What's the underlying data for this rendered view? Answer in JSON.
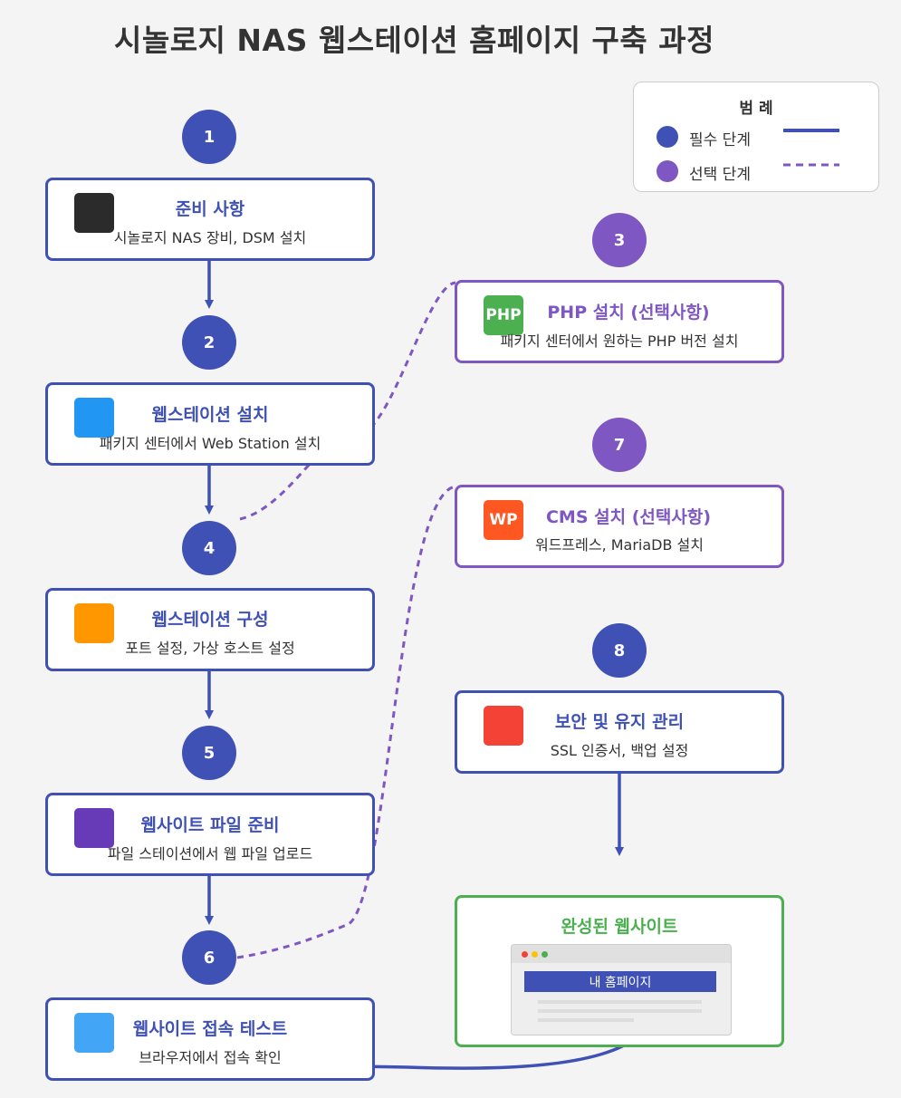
{
  "title": "시놀로지 NAS 웹스테이션 홈페이지 구축 과정",
  "legend": {
    "title": "범 례",
    "required_label": "필수 단계",
    "optional_label": "선택 단계"
  },
  "steps": [
    {
      "num": "1",
      "title": "준비 사항",
      "desc": "시놀로지 NAS 장비, DSM 설치"
    },
    {
      "num": "2",
      "title": "웹스테이션 설치",
      "desc": "패키지 센터에서 Web Station 설치"
    },
    {
      "num": "3",
      "title": "PHP 설치 (선택사항)",
      "desc": "패키지 센터에서 원하는 PHP 버전 설치",
      "icon_text": "PHP"
    },
    {
      "num": "4",
      "title": "웹스테이션 구성",
      "desc": "포트 설정, 가상 호스트 설정"
    },
    {
      "num": "5",
      "title": "웹사이트 파일 준비",
      "desc": "파일 스테이션에서 웹 파일 업로드"
    },
    {
      "num": "6",
      "title": "웹사이트 접속 테스트",
      "desc": "브라우저에서 접속 확인"
    },
    {
      "num": "7",
      "title": "CMS 설치 (선택사항)",
      "desc": "워드프레스, MariaDB 설치",
      "icon_text": "WP"
    },
    {
      "num": "8",
      "title": "보안 및 유지 관리",
      "desc": "SSL 인증서, 백업 설정"
    }
  ],
  "result": {
    "title": "완성된 웹사이트",
    "browser_header": "내 홈페이지"
  },
  "colors": {
    "required": "#3f51b5",
    "optional": "#7e57c2",
    "success": "#4caf50",
    "icon_step1": "#2b2b2b",
    "icon_step2": "#2196f3",
    "icon_step3": "#4caf50",
    "icon_step4": "#ff9800",
    "icon_step5": "#673ab7",
    "icon_step6": "#42a5f5",
    "icon_step7": "#ff5722",
    "icon_step8": "#f44336"
  }
}
